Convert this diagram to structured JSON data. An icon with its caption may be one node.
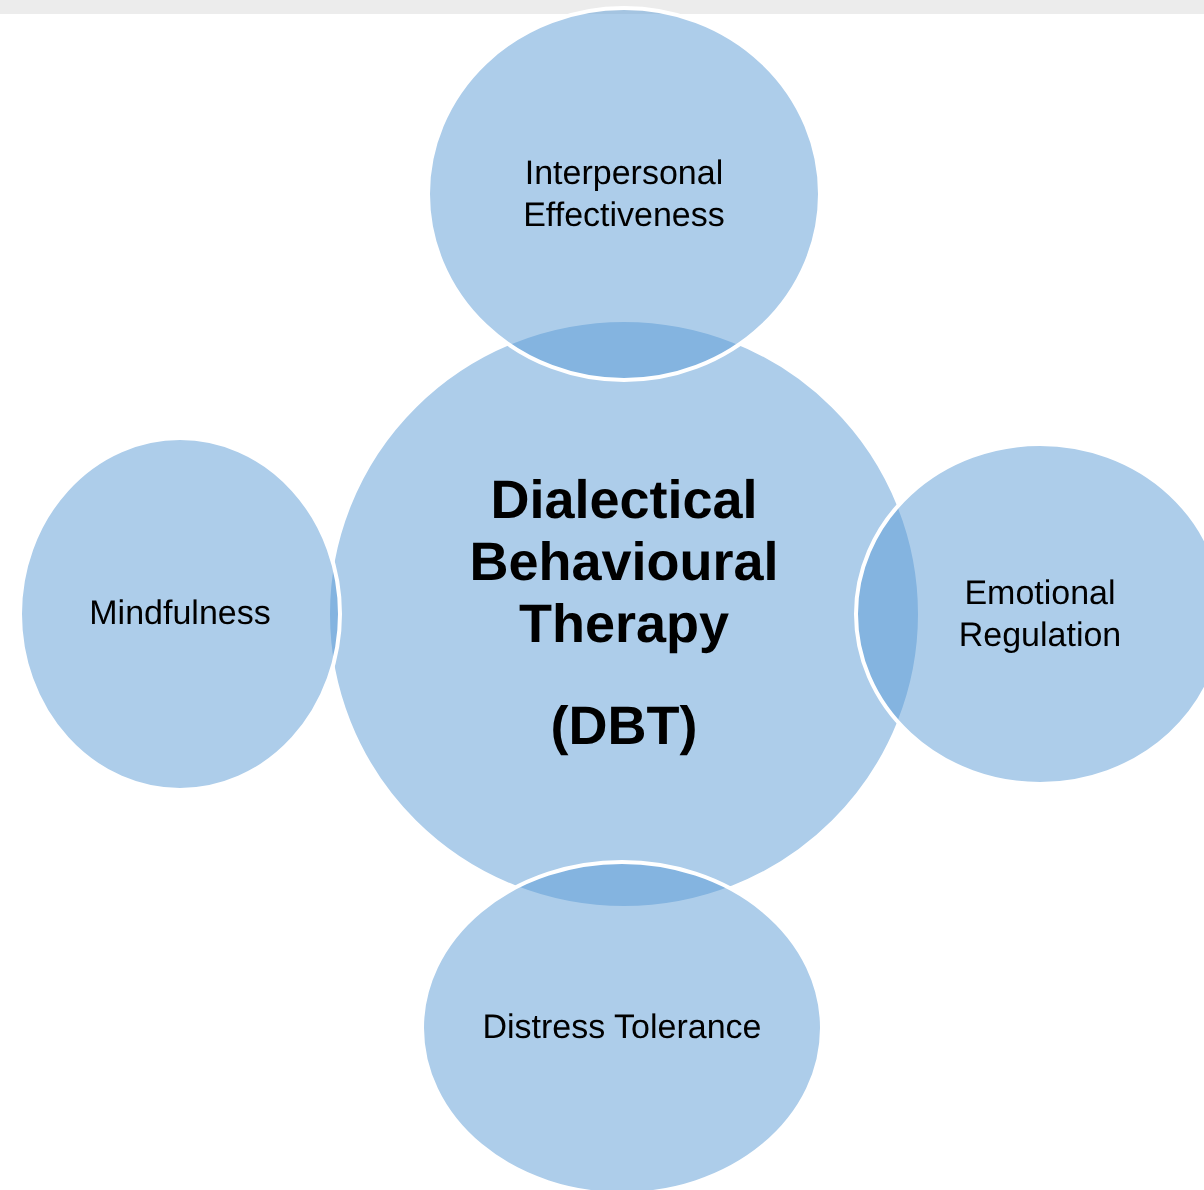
{
  "diagram": {
    "nodes": [
      {
        "text": [
          "Dialectical Behavioural Therapy",
          "(DBT)"
        ]
      },
      {
        "text": [
          "Interpersonal Effectiveness"
        ]
      },
      {
        "text": [
          "Emotional Regulation"
        ]
      },
      {
        "text": [
          "Distress Tolerance"
        ]
      },
      {
        "text": [
          "Mindfulness"
        ]
      }
    ]
  }
}
